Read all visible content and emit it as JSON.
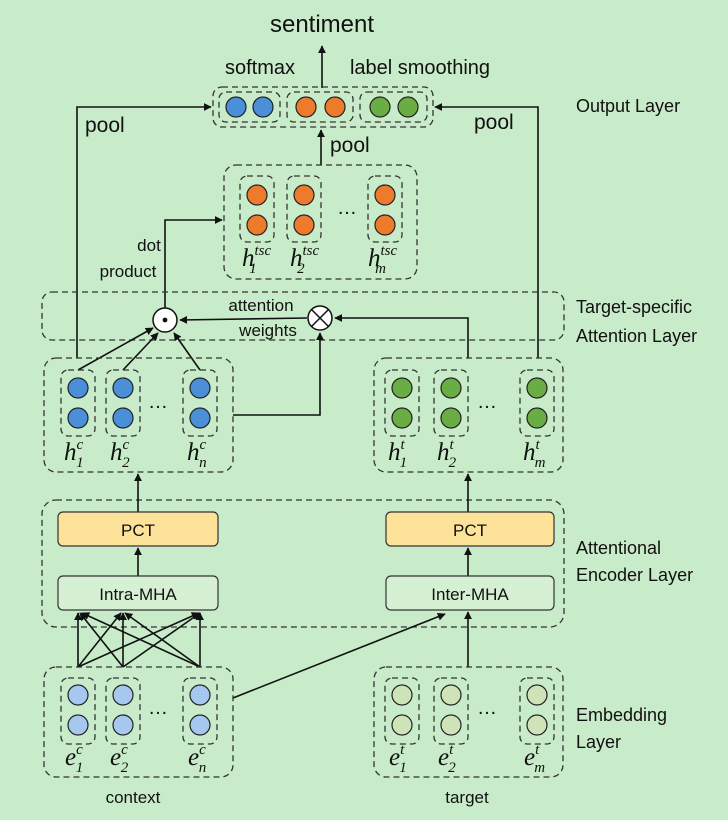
{
  "title": "sentiment",
  "output": {
    "softmax_label": "softmax",
    "label_smoothing_label": "label smoothing",
    "pool_left": "pool",
    "pool_middle": "pool",
    "pool_right": "pool"
  },
  "layers": {
    "output": "Output Layer",
    "attention_line1": "Target-specific",
    "attention_line2": "Attention Layer",
    "encoder_line1": "Attentional",
    "encoder_line2": "Encoder Layer",
    "embedding_line1": "Embedding",
    "embedding_line2": "Layer"
  },
  "attention": {
    "dot_line1": "dot",
    "dot_line2": "product",
    "weights_line1": "attention",
    "weights_line2": "weights"
  },
  "encoder": {
    "pct_left": "PCT",
    "pct_right": "PCT",
    "intra_mha": "Intra-MHA",
    "inter_mha": "Inter-MHA"
  },
  "inputs": {
    "context": "context",
    "target": "target"
  },
  "symbols": {
    "ellipsis": "…",
    "h": "h",
    "e": "e",
    "tsc": "tsc",
    "c": "c",
    "t": "t",
    "sub1": "1",
    "sub2": "2",
    "subn": "n",
    "subm": "m"
  },
  "colors": {
    "background": "#c8ebc9",
    "blue": "#4a8fd8",
    "orange": "#ee7a2c",
    "green": "#6aad45",
    "light_blue": "#a6c8ee",
    "light_green": "#cfe3b8",
    "pct_fill": "#fde29a",
    "mha_fill": "#d6f0d3"
  }
}
